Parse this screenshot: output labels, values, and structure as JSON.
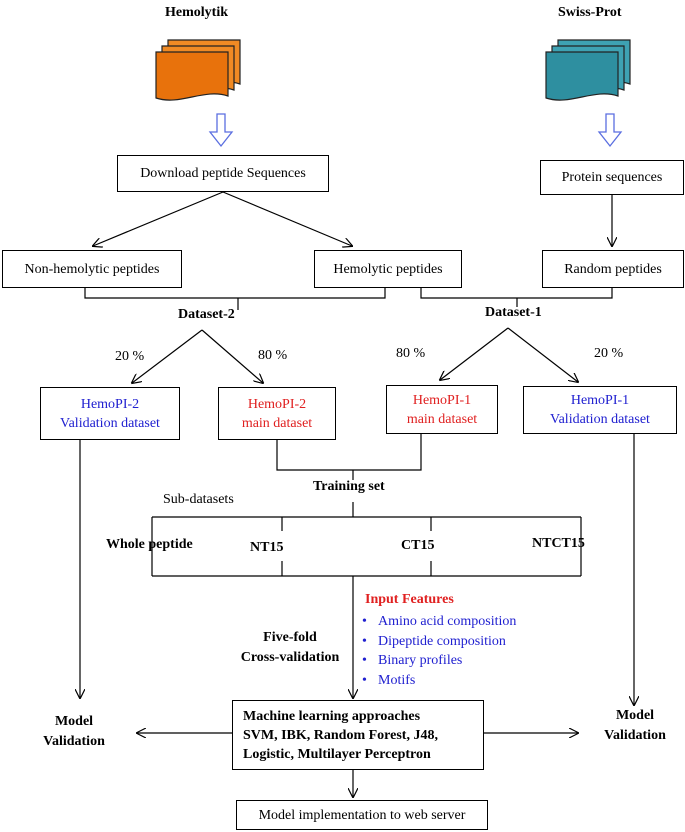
{
  "sources": {
    "hemolytik": "Hemolytik",
    "swissprot": "Swiss-Prot",
    "hemolytik_color": "#e8720c",
    "swissprot_color": "#2e8fa0"
  },
  "boxes": {
    "download": "Download peptide Sequences",
    "protein": "Protein sequences",
    "nonhemolytic": "Non-hemolytic peptides",
    "hemolytic": "Hemolytic peptides",
    "random": "Random  peptides",
    "hemopi2_val": [
      "HemoPI-2",
      "Validation dataset"
    ],
    "hemopi2_main": [
      "HemoPI-2",
      "main dataset"
    ],
    "hemopi1_main": [
      "HemoPI-1",
      "main dataset"
    ],
    "hemopi1_val": [
      "HemoPI-1",
      "Validation dataset"
    ],
    "ml": [
      "Machine learning approaches",
      "SVM, IBK, Random Forest, J48,",
      "Logistic, Multilayer  Perceptron"
    ],
    "impl": "Model implementation to web server"
  },
  "labels": {
    "dataset2": "Dataset-2",
    "dataset1": "Dataset-1",
    "pct20_left": "20 %",
    "pct80_left": "80 %",
    "pct80_right": "80 %",
    "pct20_right": "20 %",
    "training": "Training set",
    "subdatasets": "Sub-datasets",
    "whole": "Whole peptide",
    "nt15": "NT15",
    "ct15": "CT15",
    "ntct15": "NTCT15",
    "fivefold": [
      "Five-fold",
      "Cross-validation"
    ],
    "model_val_left": [
      "Model",
      "Validation"
    ],
    "model_val_right": [
      "Model",
      "Validation"
    ]
  },
  "input_features": {
    "title": "Input Features",
    "items": [
      "Amino acid composition",
      "Dipeptide composition",
      "Binary profiles",
      "Motifs"
    ]
  },
  "colors": {
    "blue_text": "#2020d0",
    "red_text": "#e02020"
  }
}
